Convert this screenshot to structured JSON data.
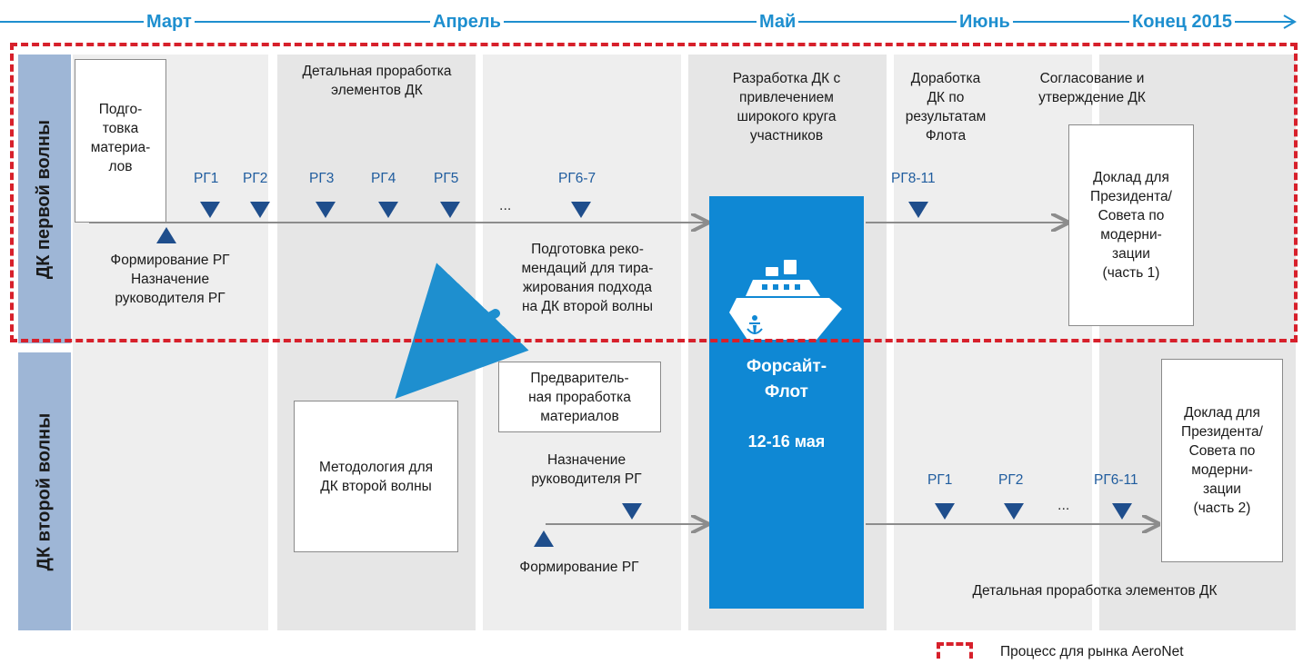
{
  "timeline": {
    "months": [
      "Март",
      "Апрель",
      "Май",
      "Июнь",
      "Конец 2015"
    ],
    "color": "#1e8fcf"
  },
  "rows": {
    "first_wave": "ДК первой волны",
    "second_wave": "ДК второй волны"
  },
  "first_wave": {
    "prep_box": "Подго-\nтовка\nматериа-\nлов",
    "detail_title": "Детальная проработка\nэлементов ДК",
    "develop_title": "Разработка ДК с\nпривлечением\nширокого круга\nучастников",
    "refine_title": "Доработка\nДК по\nрезультатам\nФлота",
    "approve_title": "Согласование и\nутверждение ДК",
    "rg_labels": [
      "РГ1",
      "РГ2",
      "РГ3",
      "РГ4",
      "РГ5",
      "РГ6-7",
      "РГ8-11"
    ],
    "ellipsis": "...",
    "formation_note": "Формирование РГ\nНазначение\nруководителя РГ",
    "recommendation_note": "Подготовка реко-\nмендаций для тира-\nжирования подхода\nна ДК второй волны",
    "report_box": "Доклад для\nПрезидента/\nСовета по\nмодерни-\nзации\n(часть 1)"
  },
  "foresight": {
    "title": "Форсайт-\nФлот",
    "dates": "12-16 мая",
    "icon": "ship-icon",
    "color": "#0f88d4"
  },
  "second_wave": {
    "methodology_box": "Методология для\nДК второй волны",
    "prelim_box": "Предваритель-\nная проработка\nматериалов",
    "leader_note": "Назначение\nруководителя РГ",
    "formation_note": "Формирование РГ",
    "rg_labels": [
      "РГ1",
      "РГ2",
      "РГ6-11"
    ],
    "ellipsis": "...",
    "report_box": "Доклад для\nПрезидента/\nСовета по\nмодерни-\nзации\n(часть 2)",
    "detail_note": "Детальная проработка элементов ДК"
  },
  "legend": {
    "label": "Процесс для рынка AeroNet",
    "color": "#d7202b"
  }
}
